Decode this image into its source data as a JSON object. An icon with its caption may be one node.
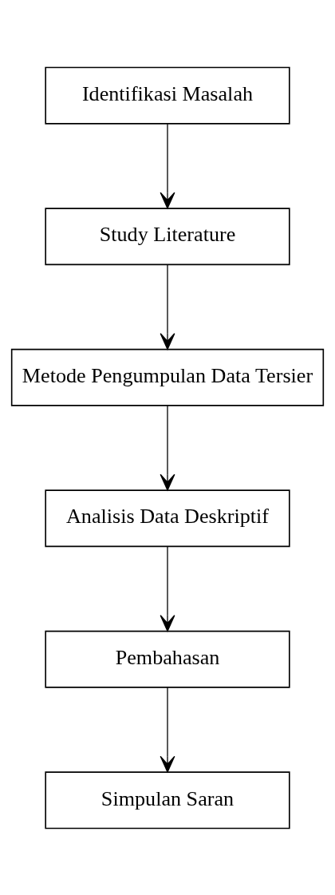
{
  "diagram": {
    "nodes": [
      {
        "text": [
          "Identifikasi Masalah"
        ]
      },
      {
        "text": [
          "Study Literature"
        ]
      },
      {
        "text": [
          "Metode Pengumpulan Data Tersier"
        ]
      },
      {
        "text": [
          "Analisis Data Deskriptif"
        ]
      },
      {
        "text": [
          "Pembahasan"
        ]
      },
      {
        "text": [
          "Simpulan Saran"
        ]
      }
    ],
    "edges": [
      {
        "from": 0,
        "to": 1,
        "arrow": "to"
      },
      {
        "from": 1,
        "to": 2,
        "arrow": "to"
      },
      {
        "from": 2,
        "to": 3,
        "arrow": "to"
      },
      {
        "from": 3,
        "to": 4,
        "arrow": "to"
      },
      {
        "from": 4,
        "to": 5,
        "arrow": "to"
      }
    ]
  }
}
